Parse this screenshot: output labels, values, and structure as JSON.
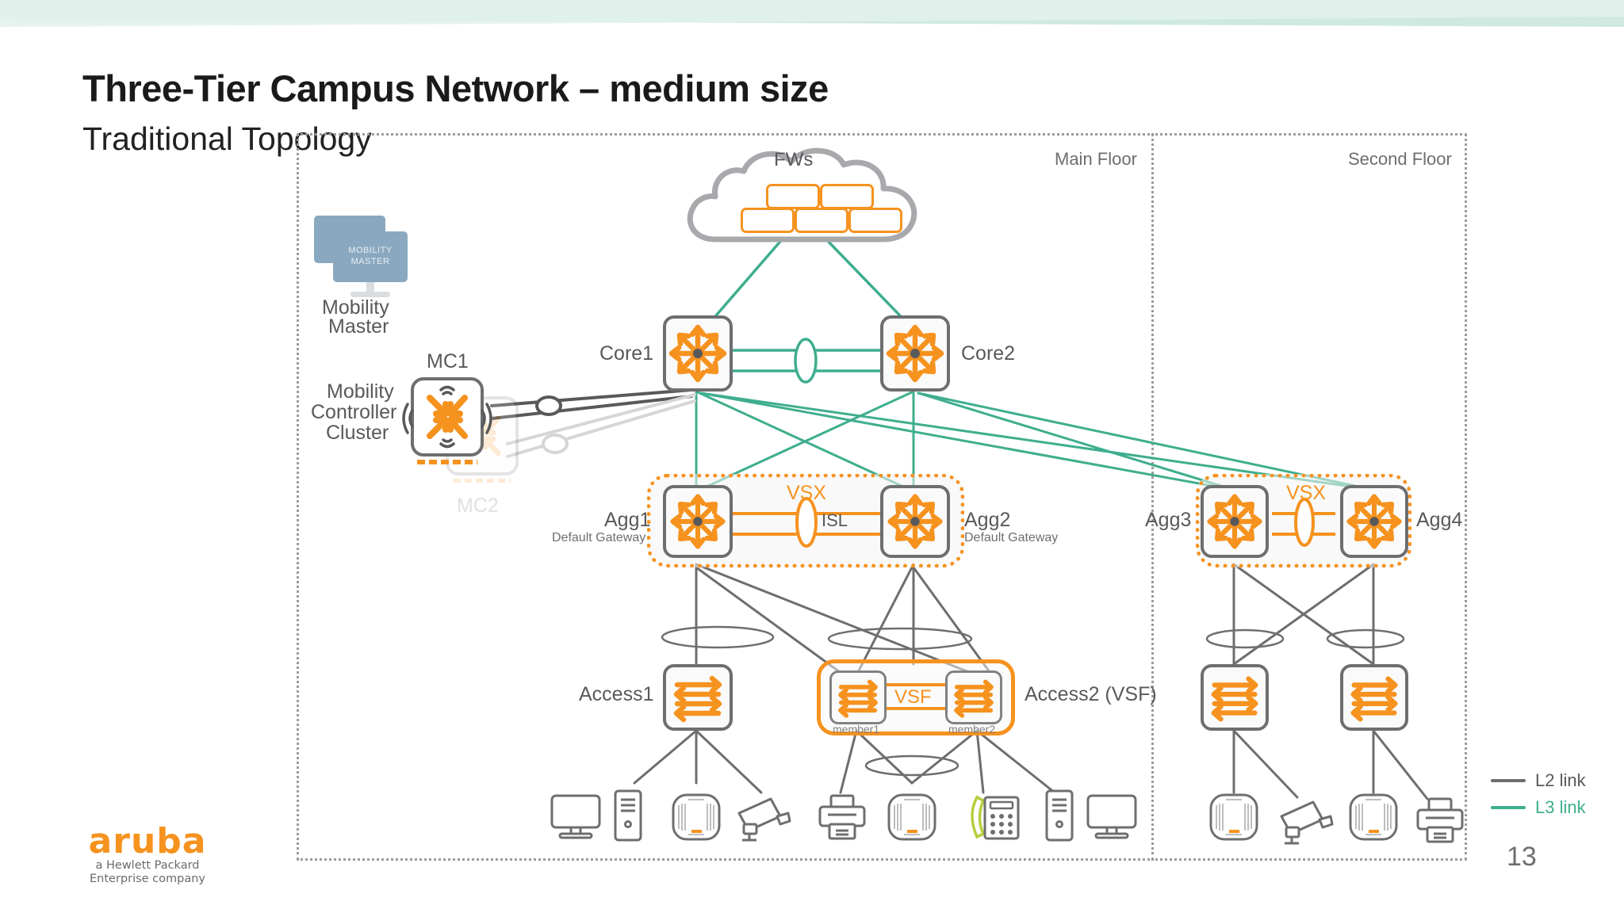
{
  "slide": {
    "title": "Three-Tier Campus Network – medium size",
    "subtitle": "Traditional Topology",
    "page_number": "13"
  },
  "brand": {
    "name": "aruba",
    "tagline_line1": "a Hewlett Packard",
    "tagline_line2": "Enterprise company",
    "accent_orange": "#f6921e",
    "l2_color": "#6d6e70",
    "l3_color": "#3fae8e"
  },
  "legend": {
    "items": [
      {
        "label": "L2 link",
        "color": "#6d6e70"
      },
      {
        "label": "L3 link",
        "color": "#3fae8e"
      }
    ]
  },
  "zones": [
    {
      "name": "Main Floor",
      "label": "Main Floor"
    },
    {
      "name": "Second Floor",
      "label": "Second Floor"
    }
  ],
  "cloud": {
    "label": "FWs",
    "firewall_count_top": 2,
    "firewall_count_bottom": 3
  },
  "management": {
    "mobility_master": {
      "label_line1": "Mobility",
      "label_line2": "Master",
      "screen_text_line1": "MOBILITY",
      "screen_text_line2": "MASTER"
    },
    "mobility_controller_cluster": {
      "label_line1": "Mobility",
      "label_line2": "Controller",
      "label_line3": "Cluster",
      "members": [
        {
          "label": "MC1",
          "state": "active"
        },
        {
          "label": "MC2",
          "state": "ghost"
        }
      ]
    }
  },
  "tiers": {
    "core": {
      "nodes": [
        {
          "id": "core1",
          "label": "Core1"
        },
        {
          "id": "core2",
          "label": "Core2"
        }
      ]
    },
    "aggregation": {
      "main_floor": {
        "group_label": "VSX",
        "isl_label": "ISL",
        "nodes": [
          {
            "id": "agg1",
            "label": "Agg1",
            "sublabel": "Default Gateway"
          },
          {
            "id": "agg2",
            "label": "Agg2",
            "sublabel": "Default Gateway"
          }
        ]
      },
      "second_floor": {
        "group_label": "VSX",
        "isl_label": "",
        "nodes": [
          {
            "id": "agg3",
            "label": "Agg3",
            "sublabel": ""
          },
          {
            "id": "agg4",
            "label": "Agg4",
            "sublabel": ""
          }
        ]
      }
    },
    "access": {
      "main_floor": [
        {
          "id": "access1",
          "label": "Access1",
          "type": "single"
        },
        {
          "id": "access2",
          "label": "Access2 (VSF)",
          "type": "stack",
          "group_label": "VSF",
          "members": [
            {
              "label": "member1"
            },
            {
              "label": "member2"
            }
          ]
        }
      ],
      "second_floor": [
        {
          "id": "access3",
          "label": "",
          "type": "single"
        },
        {
          "id": "access4",
          "label": "",
          "type": "single"
        }
      ]
    }
  },
  "endpoints": {
    "main_floor": [
      {
        "kind": "monitor-icon"
      },
      {
        "kind": "desktop-tower-icon"
      },
      {
        "kind": "access-point-icon"
      },
      {
        "kind": "ip-camera-icon"
      },
      {
        "kind": "printer-icon"
      },
      {
        "kind": "access-point-icon"
      },
      {
        "kind": "ip-phone-icon"
      },
      {
        "kind": "desktop-tower-icon"
      },
      {
        "kind": "monitor-icon"
      }
    ],
    "second_floor": [
      {
        "kind": "access-point-icon"
      },
      {
        "kind": "ip-camera-icon"
      },
      {
        "kind": "access-point-icon"
      },
      {
        "kind": "printer-icon"
      }
    ]
  }
}
